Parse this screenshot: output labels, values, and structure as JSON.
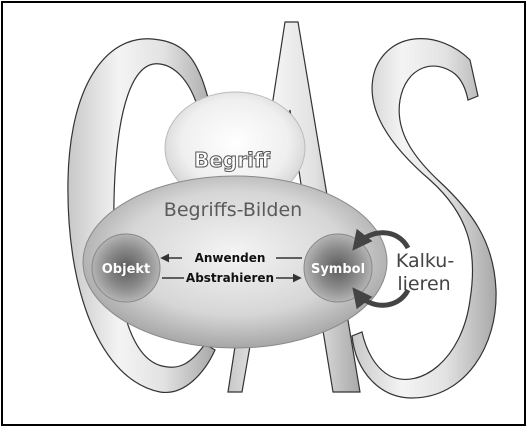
{
  "big_letters": [
    "C",
    "A",
    "S"
  ],
  "top_bubble_label": "Begriff",
  "ellipse_label": "Begriffs-Bilden",
  "left_node_label": "Objekt",
  "right_node_label": "Symbol",
  "arrow_upper_label": "Anwenden",
  "arrow_lower_label": "Abstrahieren",
  "side_label_line1": "Kalku-",
  "side_label_line2": "lieren"
}
